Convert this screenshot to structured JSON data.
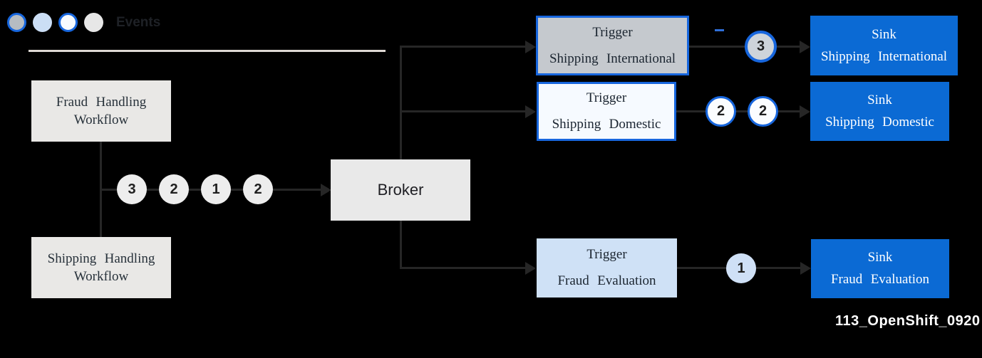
{
  "colors": {
    "background": "#000000",
    "accent_blue_border": "#1766dd",
    "sink_blue": "#0b6ad4",
    "light_blue_fill": "#cfe1f6",
    "pale_blue_fill": "#f6faff",
    "gray_fill": "#c5c9ce",
    "box_gray": "#e9e8e6",
    "connector": "#262626",
    "dash_blue": "#2f6fd8"
  },
  "legend": {
    "title": "Events",
    "circles": [
      {
        "name": "event-type-gray-ringed",
        "fill": "#b6bcc2",
        "ring": "#1766dd"
      },
      {
        "name": "event-type-light-blue",
        "fill": "#cbdef5",
        "ring": null
      },
      {
        "name": "event-type-white-ringed",
        "fill": "#f7fbff",
        "ring": "#1766dd"
      },
      {
        "name": "event-type-light-gray",
        "fill": "#e7e7e7",
        "ring": null
      }
    ]
  },
  "workflows": {
    "fraud": {
      "line1": "Fraud Handling",
      "line2": "Workflow"
    },
    "shipping": {
      "line1": "Shipping Handling",
      "line2": "Workflow"
    }
  },
  "queue": {
    "counts": [
      "3",
      "2",
      "1",
      "2"
    ]
  },
  "broker": {
    "label": "Broker"
  },
  "triggers": {
    "shipping_international": {
      "type_label": "Trigger",
      "name": "Shipping International",
      "event_count": "3"
    },
    "shipping_domestic": {
      "type_label": "Trigger",
      "name": "Shipping Domestic",
      "event_counts": [
        "2",
        "2"
      ]
    },
    "fraud_evaluation": {
      "type_label": "Trigger",
      "name": "Fraud Evaluation",
      "event_count": "1"
    }
  },
  "sinks": {
    "shipping_international": {
      "type_label": "Sink",
      "name": "Shipping International"
    },
    "shipping_domestic": {
      "type_label": "Sink",
      "name": "Shipping Domestic"
    },
    "fraud_evaluation": {
      "type_label": "Sink",
      "name": "Fraud Evaluation"
    }
  },
  "caption": "113_OpenShift_0920"
}
